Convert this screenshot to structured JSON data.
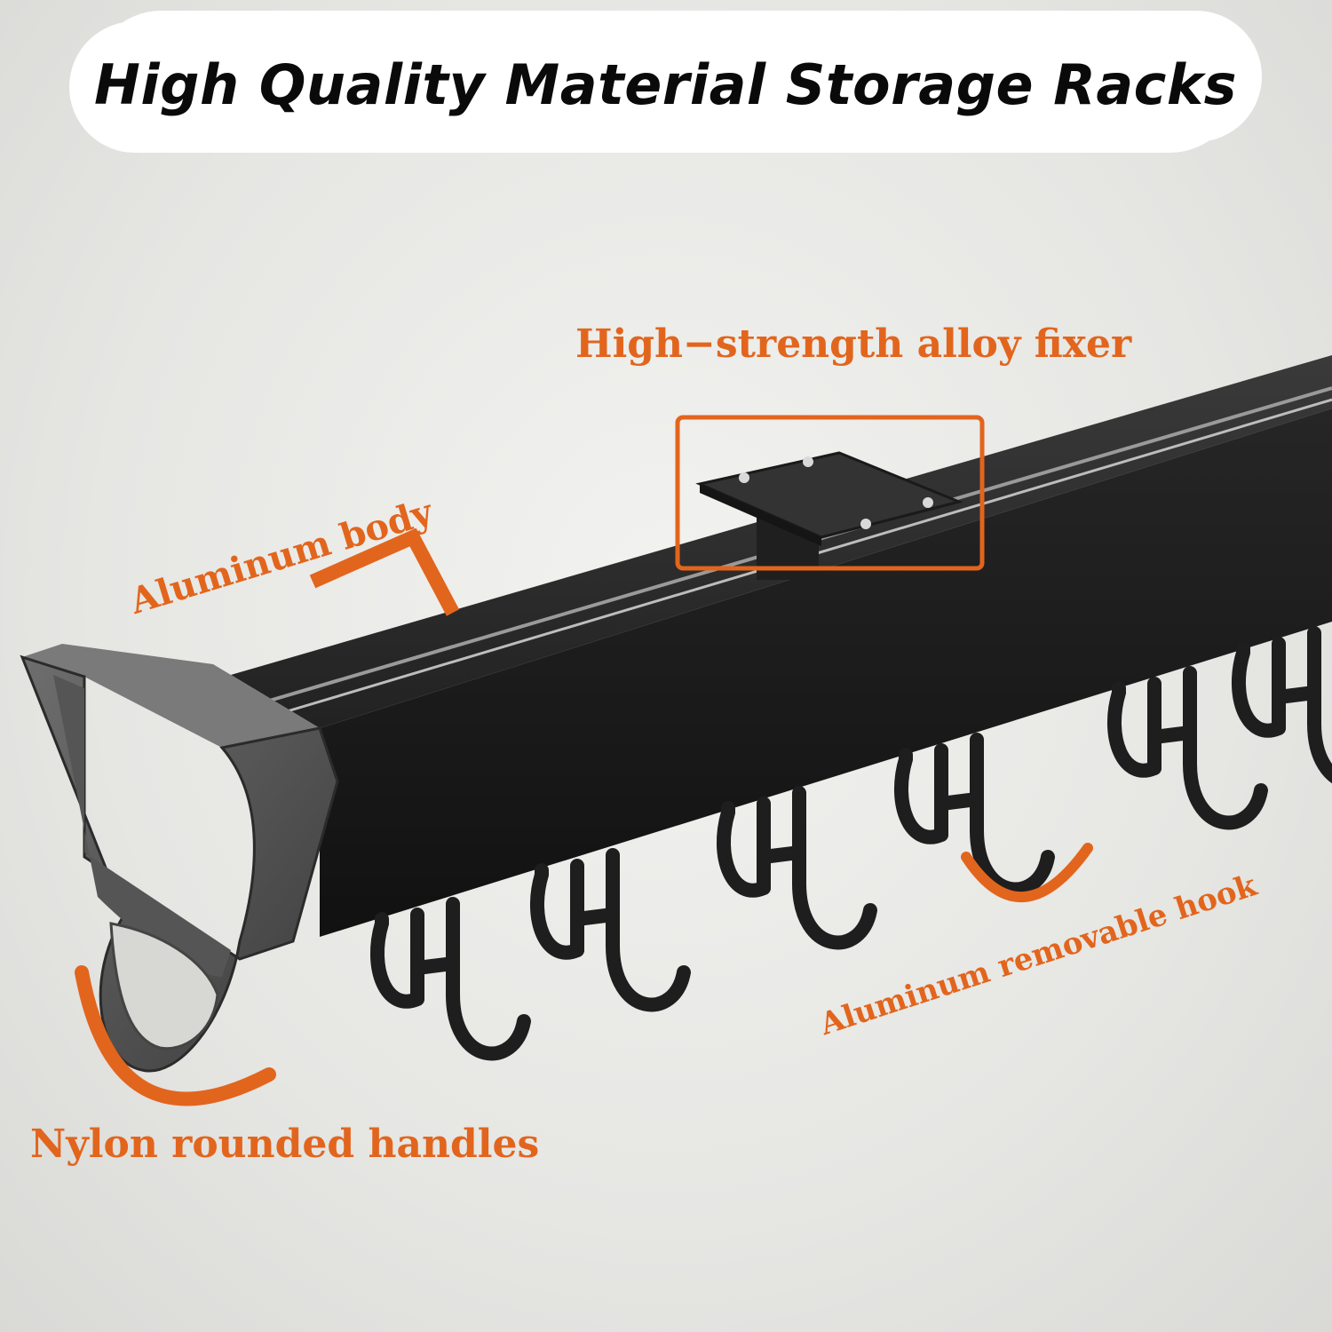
{
  "title": "High Quality Material Storage Racks",
  "callouts": {
    "fixer": "High−strength alloy fixer",
    "body": "Aluminum body",
    "hook": "Aluminum removable hook",
    "handle": "Nylon rounded handles"
  },
  "colors": {
    "accent": "#e2651d",
    "rail": "#1c1c1c",
    "background": "#e8e8e5"
  }
}
